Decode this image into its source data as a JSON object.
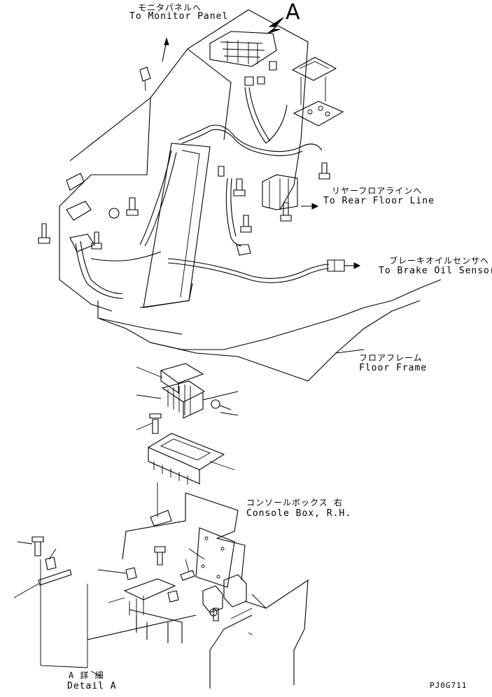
{
  "view_marker": "A",
  "labels": {
    "monitor_panel_jp": "モニタパネルへ",
    "monitor_panel_en": "To Monitor Panel",
    "rear_floor_jp": "リヤーフロアラインへ",
    "rear_floor_en": "To Rear Floor Line",
    "brake_oil_jp": "ブレーキオイルセンサへ",
    "brake_oil_en": "To Brake Oil Sensor",
    "floor_frame_jp": "フロアフレーム",
    "floor_frame_en": "Floor Frame",
    "console_box_jp": "コンソールボックス 右",
    "console_box_en": "Console Box, R.H.",
    "detail_jp": "A 詳 細",
    "detail_en": "Detail A",
    "drawing_code": "PJ0G711"
  }
}
